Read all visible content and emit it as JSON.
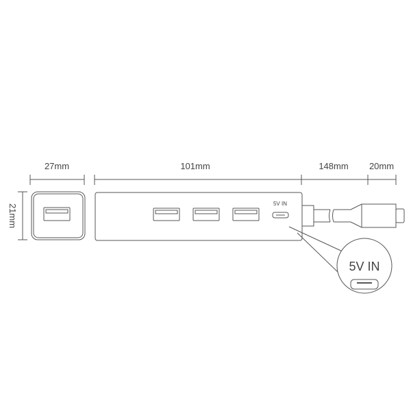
{
  "dimensions": {
    "side_width": "27mm",
    "height": "21mm",
    "body_length": "101mm",
    "cable_length": "148mm",
    "connector_length": "20mm"
  },
  "port_label": "5V IN",
  "callout_label": "5V IN",
  "colors": {
    "line": "#555555",
    "text": "#444444"
  }
}
